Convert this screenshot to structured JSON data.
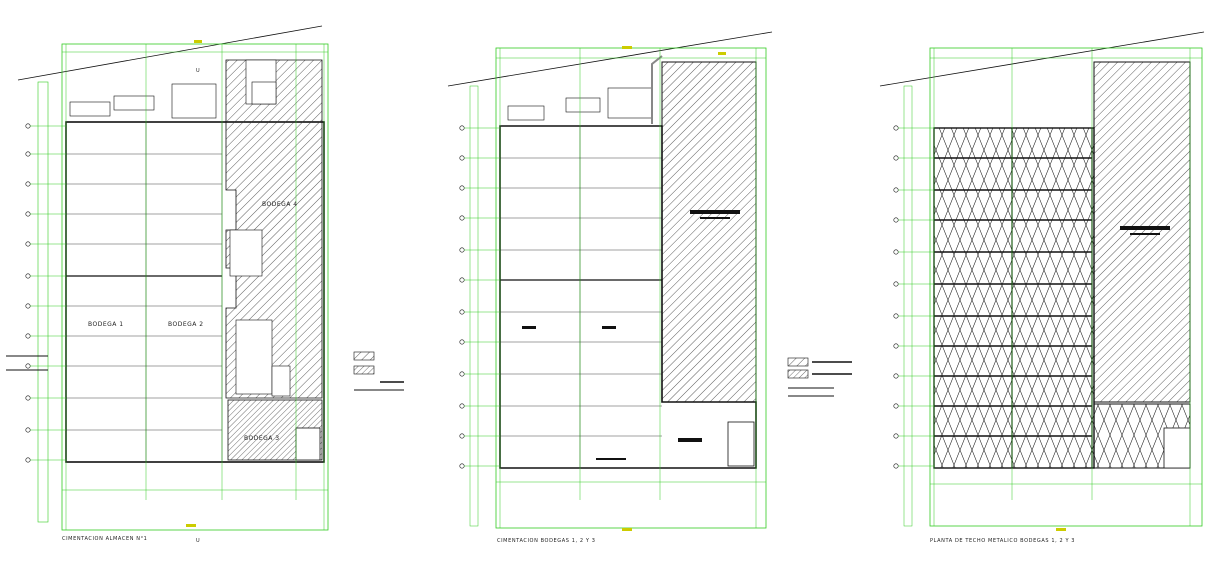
{
  "drawings": [
    {
      "title": "CIMENTACION  ALMACEN  N°1",
      "rooms": [
        "BODEGA 1",
        "BODEGA 2",
        "BODEGA 3",
        "BODEGA 4"
      ],
      "axis_tag": "U"
    },
    {
      "title": "CIMENTACION  BODEGAS 1, 2 Y 3",
      "rooms": []
    },
    {
      "title": "PLANTA  DE  TECHO METALICO  BODEGAS 1, 2 Y 3",
      "rooms": []
    }
  ],
  "colors": {
    "lines": "#111111",
    "grid_green": "#33cc22",
    "accent_yellow": "#cccc00",
    "gray": "#888888"
  }
}
